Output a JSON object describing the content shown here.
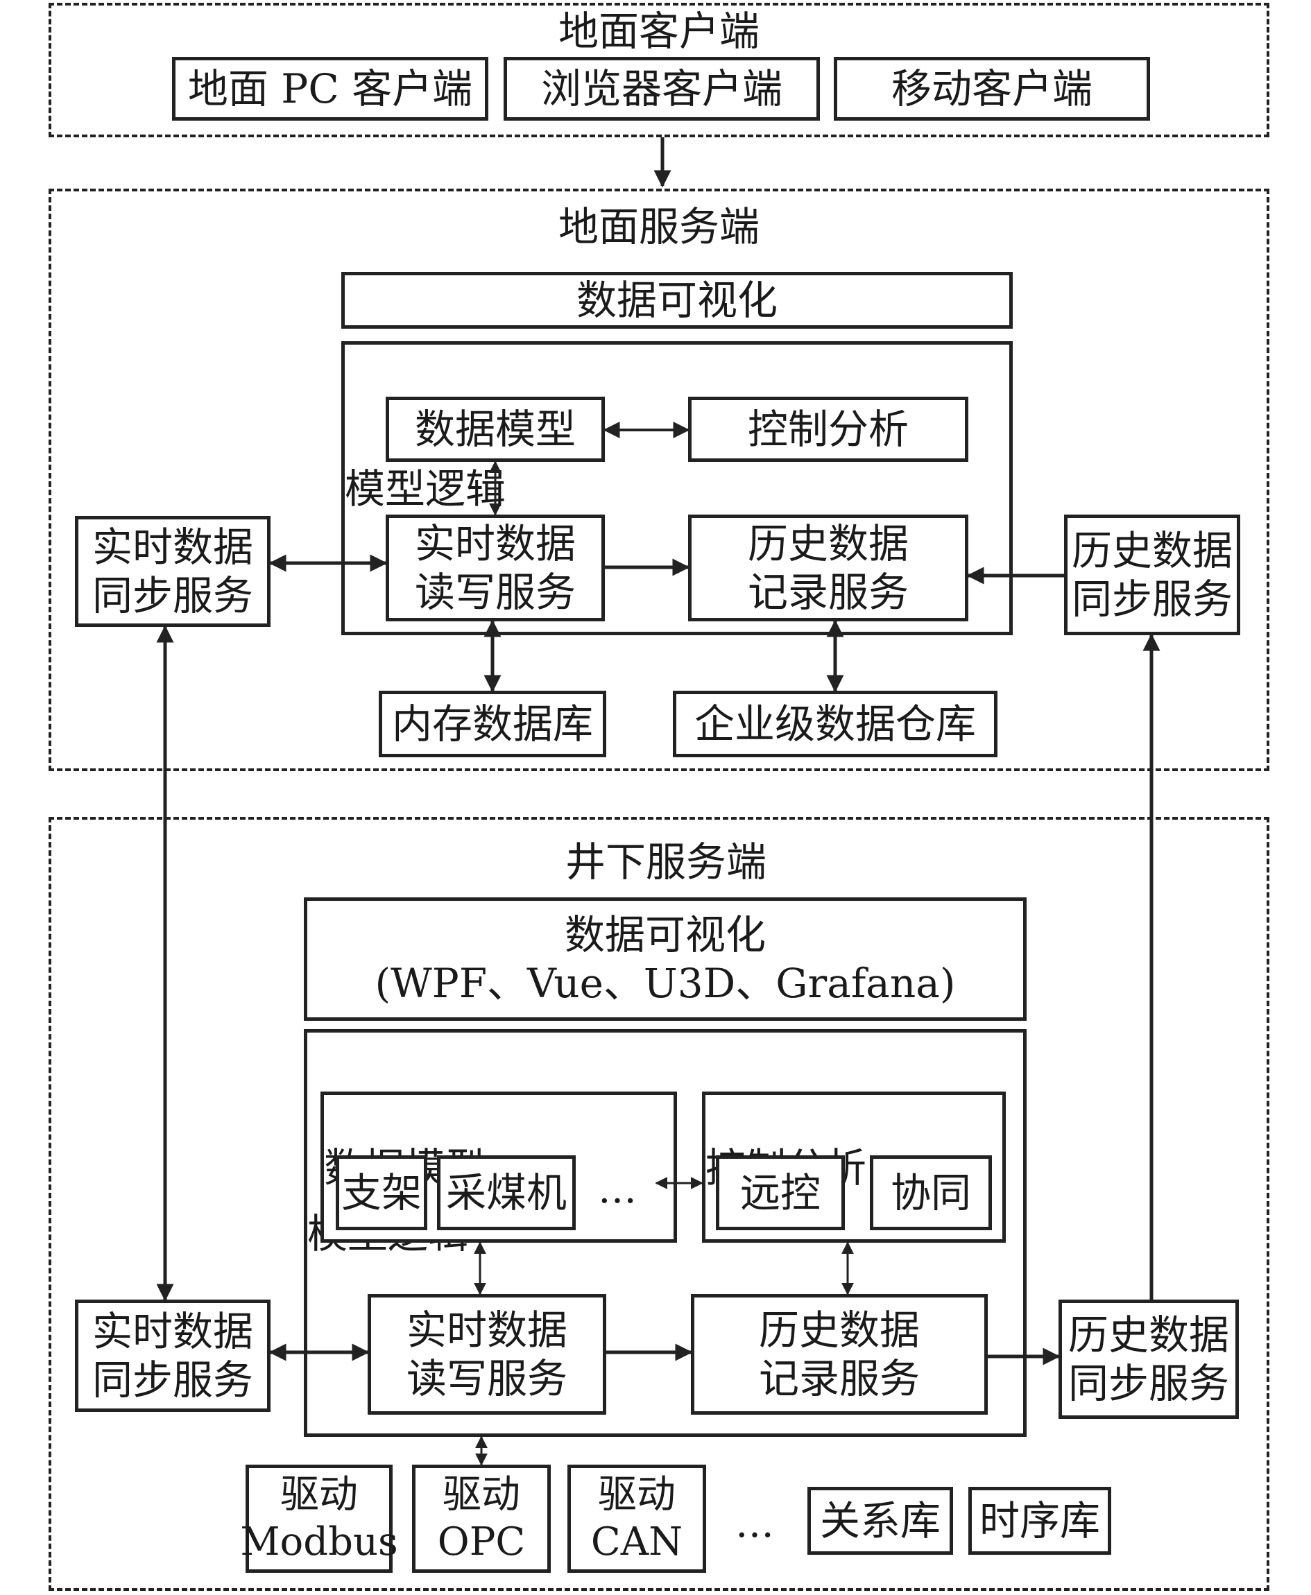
{
  "ground_client": {
    "title": "地面客户端",
    "items": [
      "地面 PC 客户端",
      "浏览器客户端",
      "移动客户端"
    ]
  },
  "ground_server": {
    "title": "地面服务端",
    "visualization": "数据可视化",
    "model_logic": {
      "title": "模型逻辑",
      "data_model": "数据模型",
      "control_analysis": "控制分析",
      "realtime_rw": [
        "实时数据",
        "读写服务"
      ],
      "history_record": [
        "历史数据",
        "记录服务"
      ]
    },
    "realtime_sync": [
      "实时数据",
      "同步服务"
    ],
    "history_sync": [
      "历史数据",
      "同步服务"
    ],
    "memory_db": "内存数据库",
    "warehouse": "企业级数据仓库"
  },
  "underground_server": {
    "title": "井下服务端",
    "visualization": {
      "title": "数据可视化",
      "tech": "(WPF、Vue、U3D、Grafana)"
    },
    "model_logic": {
      "title": "模型逻辑",
      "data_model": {
        "title": "数据模型",
        "items": [
          "支架",
          "采煤机"
        ],
        "ellipsis": "…"
      },
      "control_analysis": {
        "title": "控制分析",
        "items": [
          "远控",
          "协同"
        ]
      },
      "realtime_rw": [
        "实时数据",
        "读写服务"
      ],
      "history_record": [
        "历史数据",
        "记录服务"
      ]
    },
    "realtime_sync": [
      "实时数据",
      "同步服务"
    ],
    "history_sync": [
      "历史数据",
      "同步服务"
    ],
    "drivers": [
      {
        "line1": "驱动",
        "line2": "Modbus"
      },
      {
        "line1": "驱动",
        "line2": "OPC"
      },
      {
        "line1": "驱动",
        "line2": "CAN"
      }
    ],
    "drivers_ellipsis": "…",
    "relational_db": "关系库",
    "timeseries_db": "时序库"
  }
}
